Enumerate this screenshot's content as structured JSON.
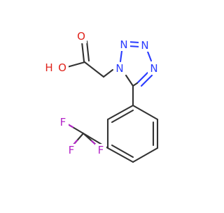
{
  "molecule": {
    "atom_labels": {
      "o_carbonyl": "O",
      "o_hydroxyl": "O",
      "h_hydroxyl": "H",
      "n1": "N",
      "n2": "N",
      "n3": "N",
      "n4": "N",
      "f1": "F",
      "f2": "F",
      "f3": "F"
    },
    "colors": {
      "carbon_bond": "#333333",
      "nitrogen": "#2a3cff",
      "oxygen": "#e0231c",
      "fluorine": "#b424c8",
      "background": "#ffffff"
    }
  }
}
